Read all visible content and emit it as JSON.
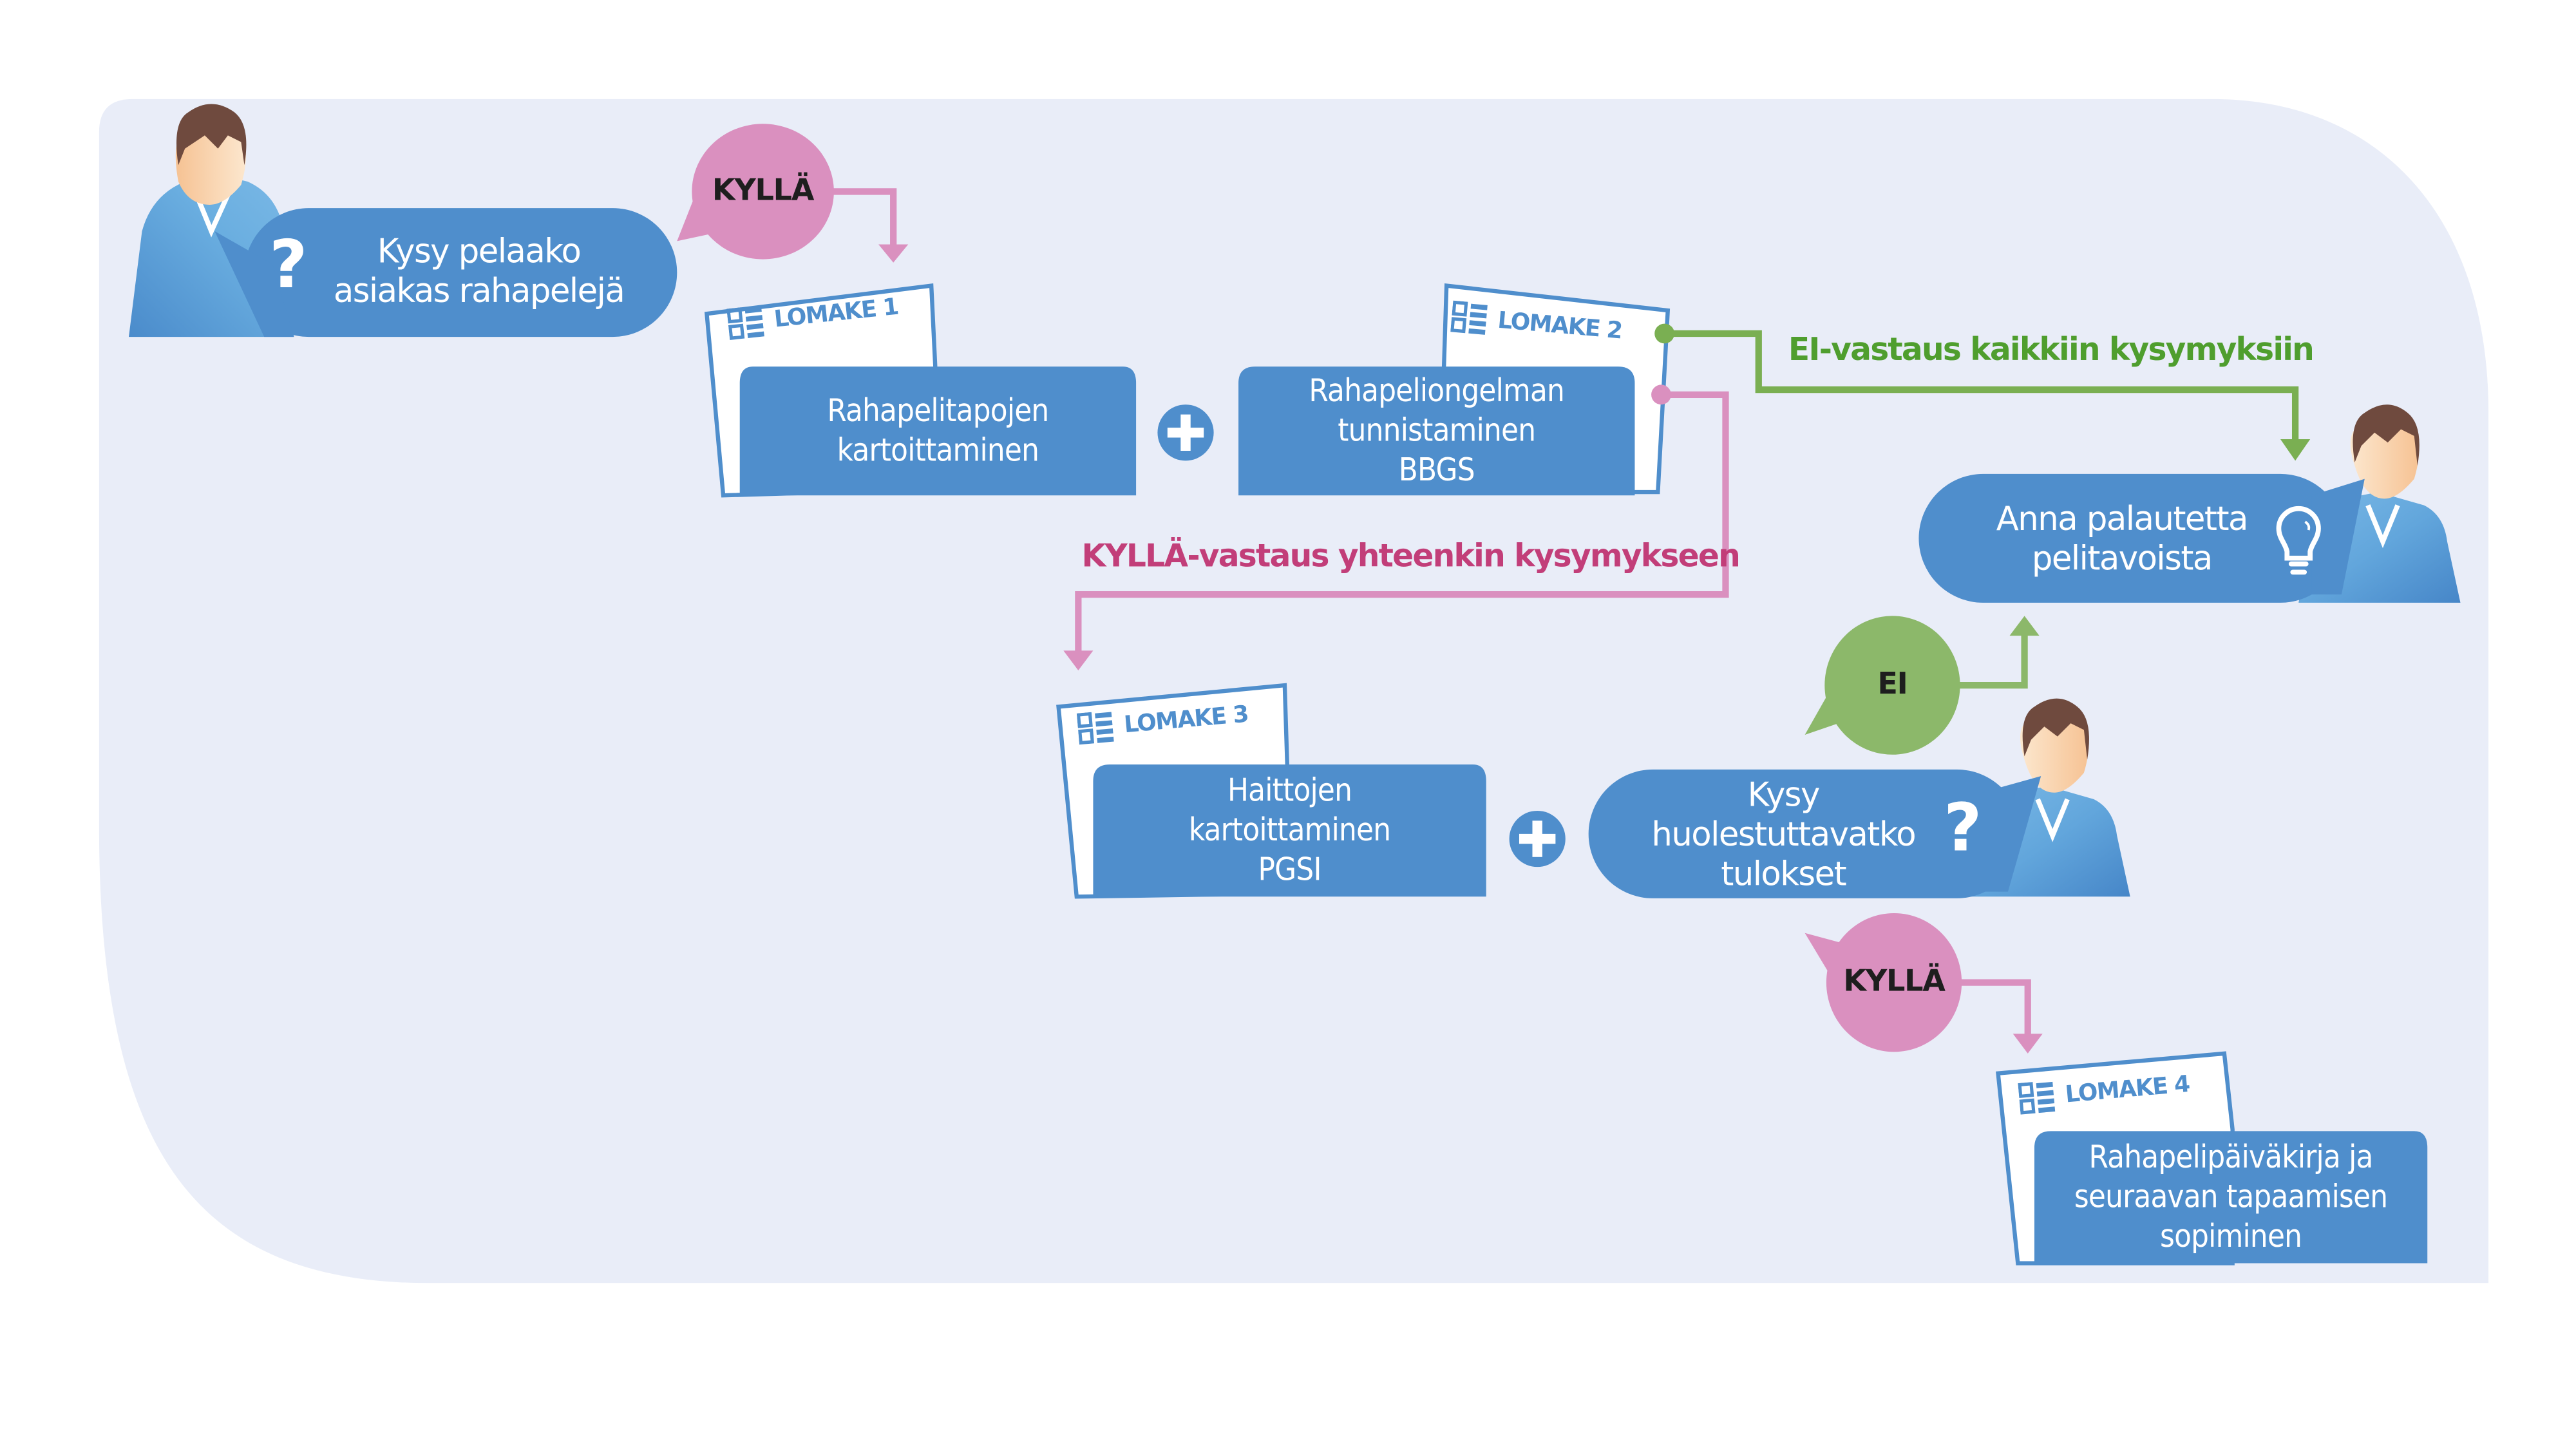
{
  "colors": {
    "background_panel": "#E9EDF8",
    "primary_blue": "#4F8ECC",
    "yes_pink": "#DA90BF",
    "yes_text": "#C23E79",
    "no_green": "#7AAF52",
    "no_bubble_green": "#8CB86A",
    "no_text": "#4F9E2E",
    "hair": "#6F4A3E"
  },
  "start": {
    "question": [
      "Kysy pelaako",
      "asiakas rahapelejä"
    ],
    "icon": "question-mark-icon",
    "answer_yes": "KYLLÄ"
  },
  "forms": [
    {
      "label": "LOMAKE 1",
      "icon": "form-icon",
      "title": [
        "Rahapelitapojen",
        "kartoittaminen"
      ]
    },
    {
      "label": "LOMAKE 2",
      "icon": "form-icon",
      "title": [
        "Rahapeliongelman",
        "tunnistaminen",
        "BBGS"
      ]
    },
    {
      "label": "LOMAKE 3",
      "icon": "form-icon",
      "title": [
        "Haittojen",
        "kartoittaminen",
        "PGSI"
      ]
    },
    {
      "label": "LOMAKE 4",
      "icon": "form-icon",
      "title": [
        "Rahapelipäiväkirja ja",
        "seuraavan tapaamisen",
        "sopiminen"
      ]
    }
  ],
  "plus_icon": "plus-circle-icon",
  "branches": {
    "no_all": "EI-vastaus kaikkiin kysymyksiin",
    "yes_any": "KYLLÄ-vastaus yhteenkin kysymykseen"
  },
  "feedback": {
    "text": [
      "Anna palautetta",
      "pelitavoista"
    ],
    "icon": "lightbulb-icon"
  },
  "concern": {
    "question": [
      "Kysy",
      "huolestuttavatko",
      "tulokset"
    ],
    "icon": "question-mark-icon",
    "answer_no": "EI",
    "answer_yes": "KYLLÄ"
  }
}
